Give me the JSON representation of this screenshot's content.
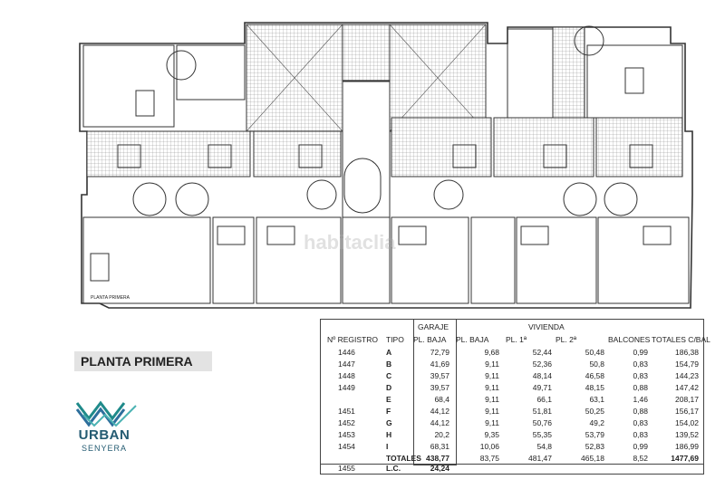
{
  "plan_label": "PLANTA PRIMERA",
  "title": "PLANTA PRIMERA",
  "watermark": "habitaclia",
  "logo": {
    "name": "URBAN",
    "sub": "SENYERA",
    "color": "#1f8a8a"
  },
  "table": {
    "group_garaje": "GARAJE",
    "group_vivienda": "VIVIENDA",
    "headers": [
      "Nº REGISTRO",
      "TIPO",
      "PL. BAJA",
      "PL. BAJA",
      "PL. 1ª",
      "PL. 2ª",
      "BALCONES",
      "TOTALES C/BAL"
    ],
    "rows": [
      [
        "1446",
        "A",
        "72,79",
        "9,68",
        "52,44",
        "50,48",
        "0,99",
        "186,38"
      ],
      [
        "1447",
        "B",
        "41,69",
        "9,11",
        "52,36",
        "50,8",
        "0,83",
        "154,79"
      ],
      [
        "1448",
        "C",
        "39,57",
        "9,11",
        "48,14",
        "46,58",
        "0,83",
        "144,23"
      ],
      [
        "1449",
        "D",
        "39,57",
        "9,11",
        "49,71",
        "48,15",
        "0,88",
        "147,42"
      ],
      [
        "",
        "E",
        "68,4",
        "9,11",
        "66,1",
        "63,1",
        "1,46",
        "208,17"
      ],
      [
        "1451",
        "F",
        "44,12",
        "9,11",
        "51,81",
        "50,25",
        "0,88",
        "156,17"
      ],
      [
        "1452",
        "G",
        "44,12",
        "9,11",
        "50,76",
        "49,2",
        "0,83",
        "154,02"
      ],
      [
        "1453",
        "H",
        "20,2",
        "9,35",
        "55,35",
        "53,79",
        "0,83",
        "139,52"
      ],
      [
        "1454",
        "I",
        "68,31",
        "10,06",
        "54,8",
        "52,83",
        "0,99",
        "186,99"
      ]
    ],
    "totals": {
      "label": "TOTALES",
      "garaje": "438,77",
      "baja": "83,75",
      "p1": "481,47",
      "p2": "465,18",
      "balcones": "8,52",
      "total": "1477,69"
    },
    "lc": {
      "registro": "1455",
      "label": "L.C.",
      "value": "24,24"
    }
  }
}
